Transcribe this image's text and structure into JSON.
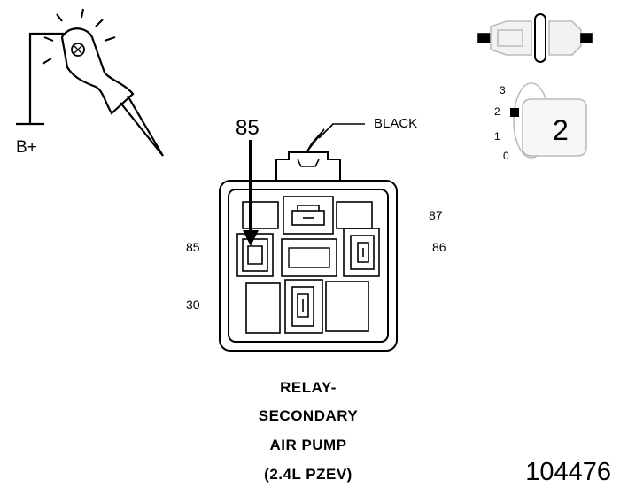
{
  "probe": {
    "supply_label": "B+"
  },
  "connector": {
    "wire_color_label": "BLACK",
    "probe_pin_label": "85",
    "terminal_labels": {
      "t87": "87",
      "t85": "85",
      "t86": "86",
      "t30": "30"
    }
  },
  "test_position": {
    "scale_labels": [
      "3",
      "2",
      "1",
      "0"
    ],
    "position_number": "2"
  },
  "caption": {
    "lines": [
      "RELAY-",
      "SECONDARY",
      "AIR PUMP",
      "(2.4L PZEV)"
    ]
  },
  "figure_number": "104476"
}
